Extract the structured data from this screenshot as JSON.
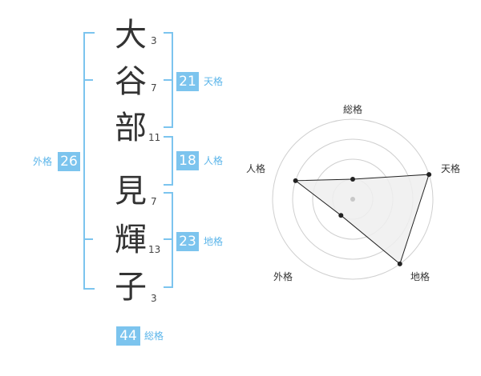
{
  "name": {
    "characters": [
      {
        "char": "大",
        "strokes": "3"
      },
      {
        "char": "谷",
        "strokes": "7"
      },
      {
        "char": "部",
        "strokes": "11"
      },
      {
        "char": "見",
        "strokes": "7"
      },
      {
        "char": "輝",
        "strokes": "13"
      },
      {
        "char": "子",
        "strokes": "3"
      }
    ]
  },
  "fortunes": {
    "tenkaku": {
      "value": "21",
      "label": "天格"
    },
    "jinkaku": {
      "value": "18",
      "label": "人格"
    },
    "chikaku": {
      "value": "23",
      "label": "地格"
    },
    "gaikaku": {
      "value": "26",
      "label": "外格"
    },
    "soukaku": {
      "value": "44",
      "label": "総格"
    }
  },
  "colors": {
    "accent": "#7cc4ee",
    "radar_fill": "#efefef",
    "radar_line": "#222222"
  },
  "chart_data": {
    "type": "radar",
    "axes": [
      "総格",
      "天格",
      "地格",
      "外格",
      "人格"
    ],
    "values": [
      1,
      4,
      4,
      1,
      3
    ],
    "rmax": 4
  }
}
